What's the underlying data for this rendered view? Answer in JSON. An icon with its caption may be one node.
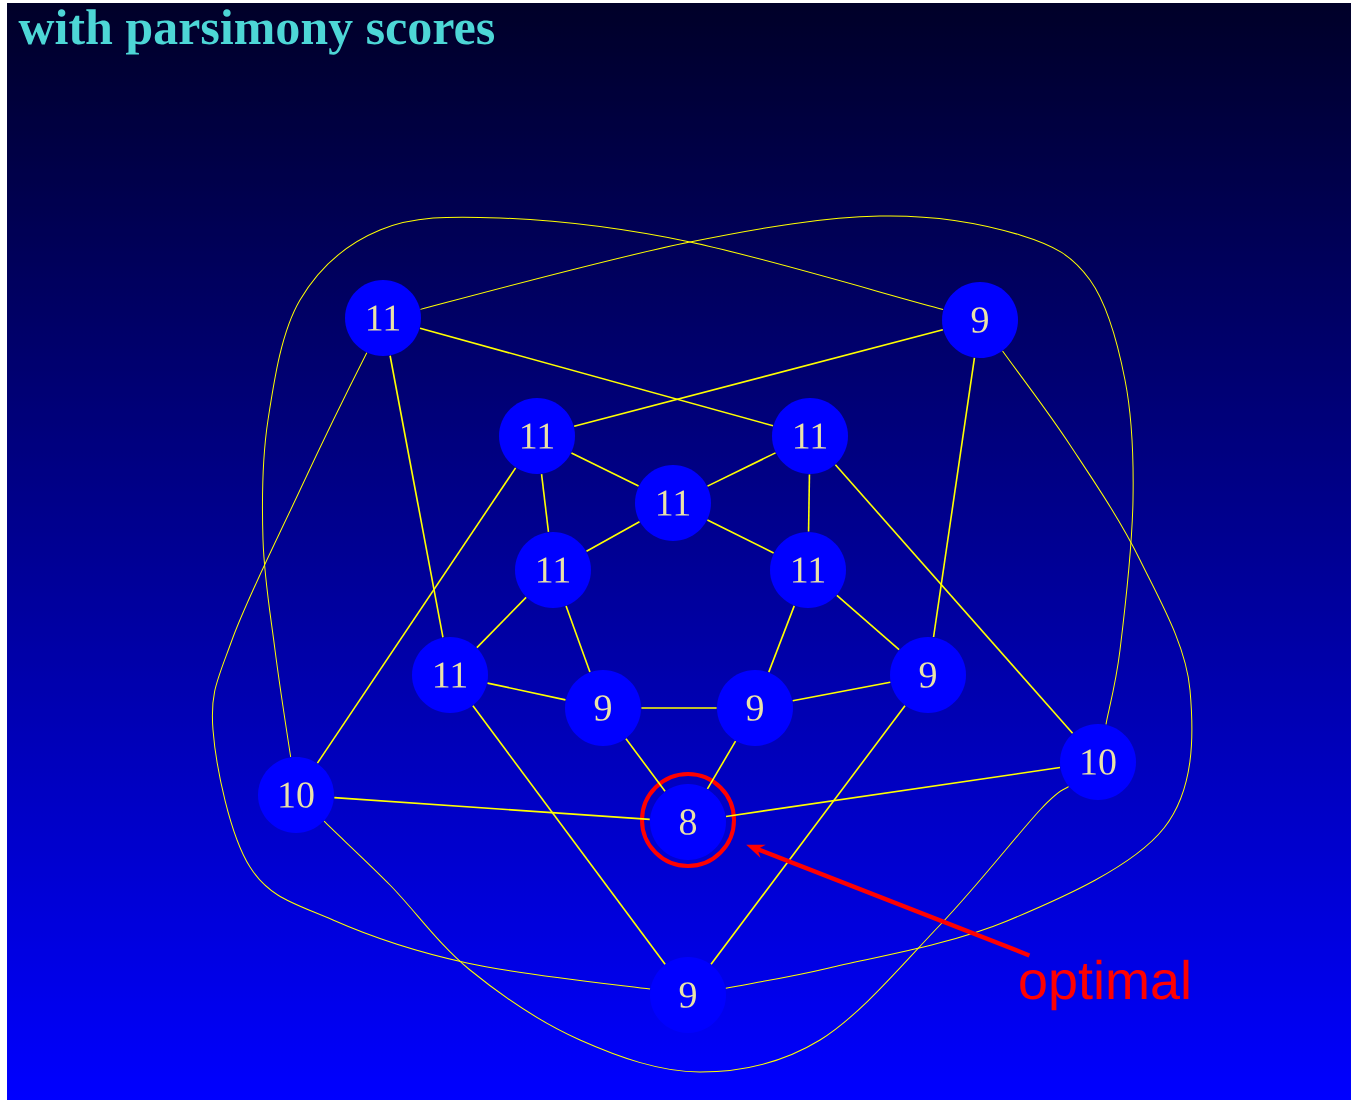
{
  "diagram": {
    "title": "with parsimony scores",
    "nodes": [
      {
        "text": [
          "11"
        ]
      },
      {
        "text": [
          "9"
        ]
      },
      {
        "text": [
          "11"
        ]
      },
      {
        "text": [
          "11"
        ]
      },
      {
        "text": [
          "11"
        ]
      },
      {
        "text": [
          "11"
        ]
      },
      {
        "text": [
          "11"
        ]
      },
      {
        "text": [
          "11"
        ]
      },
      {
        "text": [
          "9"
        ]
      },
      {
        "text": [
          "9"
        ]
      },
      {
        "text": [
          "9"
        ]
      },
      {
        "text": [
          "10"
        ]
      },
      {
        "text": [
          "8"
        ]
      },
      {
        "text": [
          "10"
        ]
      },
      {
        "text": [
          "9"
        ]
      },
      {
        "text": [
          "optimal"
        ]
      }
    ],
    "edges": [
      {
        "from": 0,
        "to": 3,
        "arrow": "none"
      },
      {
        "from": 0,
        "to": 7,
        "arrow": "none"
      },
      {
        "from": 0,
        "to": 13,
        "arrow": "none"
      },
      {
        "from": 0,
        "to": 14,
        "arrow": "none"
      },
      {
        "from": 1,
        "to": 2,
        "arrow": "none"
      },
      {
        "from": 1,
        "to": 10,
        "arrow": "none"
      },
      {
        "from": 1,
        "to": 11,
        "arrow": "none"
      },
      {
        "from": 1,
        "to": 14,
        "arrow": "none"
      },
      {
        "from": 2,
        "to": 4,
        "arrow": "none"
      },
      {
        "from": 2,
        "to": 5,
        "arrow": "none"
      },
      {
        "from": 2,
        "to": 11,
        "arrow": "none"
      },
      {
        "from": 3,
        "to": 4,
        "arrow": "none"
      },
      {
        "from": 3,
        "to": 6,
        "arrow": "none"
      },
      {
        "from": 3,
        "to": 13,
        "arrow": "none"
      },
      {
        "from": 4,
        "to": 5,
        "arrow": "none"
      },
      {
        "from": 4,
        "to": 6,
        "arrow": "none"
      },
      {
        "from": 5,
        "to": 7,
        "arrow": "none"
      },
      {
        "from": 5,
        "to": 8,
        "arrow": "none"
      },
      {
        "from": 6,
        "to": 9,
        "arrow": "none"
      },
      {
        "from": 6,
        "to": 10,
        "arrow": "none"
      },
      {
        "from": 7,
        "to": 8,
        "arrow": "none"
      },
      {
        "from": 7,
        "to": 14,
        "arrow": "none"
      },
      {
        "from": 8,
        "to": 9,
        "arrow": "none"
      },
      {
        "from": 8,
        "to": 12,
        "arrow": "none"
      },
      {
        "from": 9,
        "to": 10,
        "arrow": "none"
      },
      {
        "from": 9,
        "to": 12,
        "arrow": "none"
      },
      {
        "from": 10,
        "to": 14,
        "arrow": "none"
      },
      {
        "from": 11,
        "to": 12,
        "arrow": "none"
      },
      {
        "from": 11,
        "to": 13,
        "arrow": "none"
      },
      {
        "from": 12,
        "to": 13,
        "arrow": "none"
      },
      {
        "from": 15,
        "to": 12,
        "arrow": "to",
        "style": "thick",
        "color": "#ff0000"
      }
    ]
  }
}
